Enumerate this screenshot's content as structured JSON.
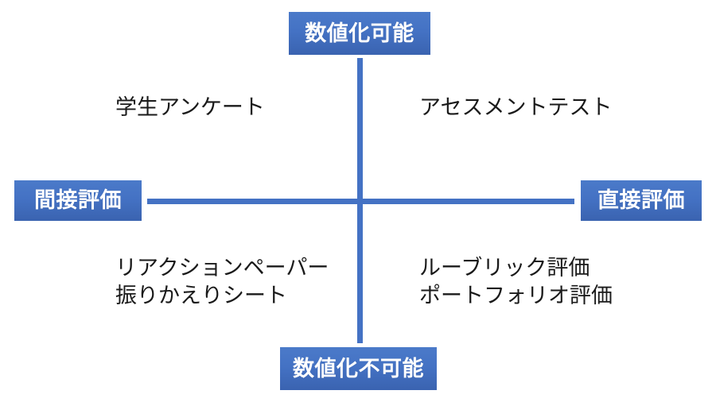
{
  "diagram": {
    "type": "2x2-matrix",
    "axes": {
      "vertical": {
        "positive_label": "数値化可能",
        "negative_label": "数値化不可能"
      },
      "horizontal": {
        "negative_label": "間接評価",
        "positive_label": "直接評価"
      }
    },
    "poles": {
      "top": "数値化可能",
      "bottom": "数値化不可能",
      "left": "間接評価",
      "right": "直接評価"
    },
    "quadrants": {
      "top_left": "学生アンケート",
      "top_right": "アセスメントテスト",
      "bottom_left": "リアクションペーパー\n振りかえりシート",
      "bottom_right": "ルーブリック評価\nポートフォリオ評価"
    },
    "colors": {
      "accent": "#4472C4",
      "box_gradient_top": "#4B7AC9",
      "box_gradient_bottom": "#3A63B0",
      "box_text": "#FFFFFF",
      "quadrant_text": "#1A1A1A",
      "background": "#FFFFFF"
    }
  }
}
